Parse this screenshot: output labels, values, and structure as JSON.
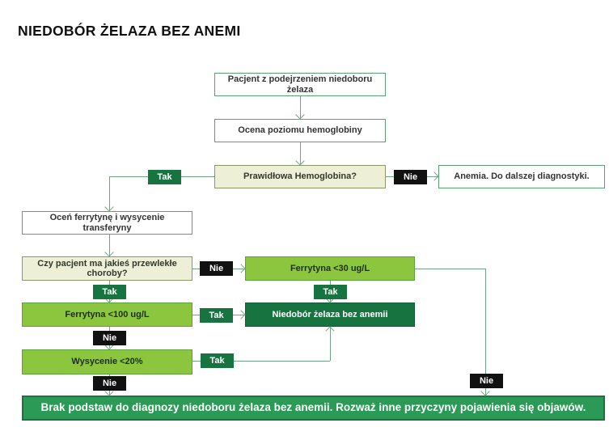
{
  "title": "NIEDOBÓR ŻELAZA BEZ ANEMI",
  "labels": {
    "yes": "Tak",
    "no": "Nie"
  },
  "colors": {
    "outline_green": "#57a173",
    "decision_fill": "#edefd6",
    "option_fill": "#8cc63f",
    "result_fill": "#177440",
    "banner_fill": "#2b9a56",
    "label_yes": "#177440",
    "label_no": "#111111",
    "connector": "#6fa483"
  },
  "nodes": {
    "patient": "Pacjent z podejrzeniem niedoboru żelaza",
    "hemoglobin_check": "Ocena poziomu hemoglobiny",
    "hemoglobin_normal": "Prawidłowa Hemoglobina?",
    "anemia": "Anemia. Do dalszej diagnostyki.",
    "assess_ferritin": "Oceń ferrytynę i wysycenie transferyny",
    "chronic_disease": "Czy pacjent ma jakieś przewlekłe choroby?",
    "ferritin_30": "Ferrytyna <30 ug/L",
    "ferritin_100": "Ferrytyna <100 ug/L",
    "iron_deficiency": "Niedobór żelaza bez anemii",
    "saturation_20": "Wysycenie <20%",
    "no_basis": "Brak podstaw do diagnozy niedoboru żelaza bez anemii. Rozważ inne przyczyny pojawienia się objawów."
  }
}
